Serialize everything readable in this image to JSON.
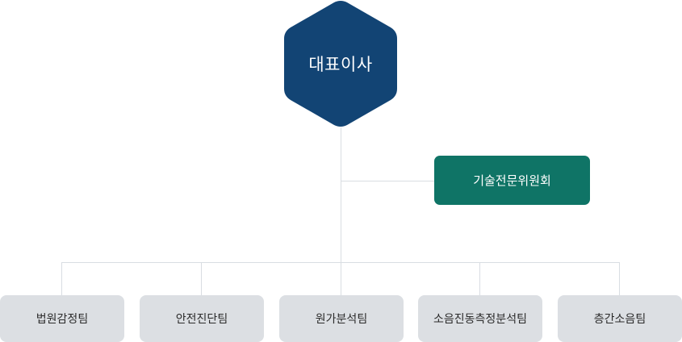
{
  "org_chart": {
    "ceo": {
      "label": "대표이사"
    },
    "advisory": {
      "label": "기술전문위원회"
    },
    "teams": [
      {
        "label": "법원감정팀"
      },
      {
        "label": "안전진단팀"
      },
      {
        "label": "원가분석팀"
      },
      {
        "label": "소음진동측정분석팀"
      },
      {
        "label": "층간소음팀"
      }
    ]
  },
  "colors": {
    "ceo_fill": "#124474",
    "advisory_fill": "#0f7466",
    "team_fill": "#dcdfe3",
    "team_text": "#2b2b2b",
    "connector": "#d9dde2"
  }
}
